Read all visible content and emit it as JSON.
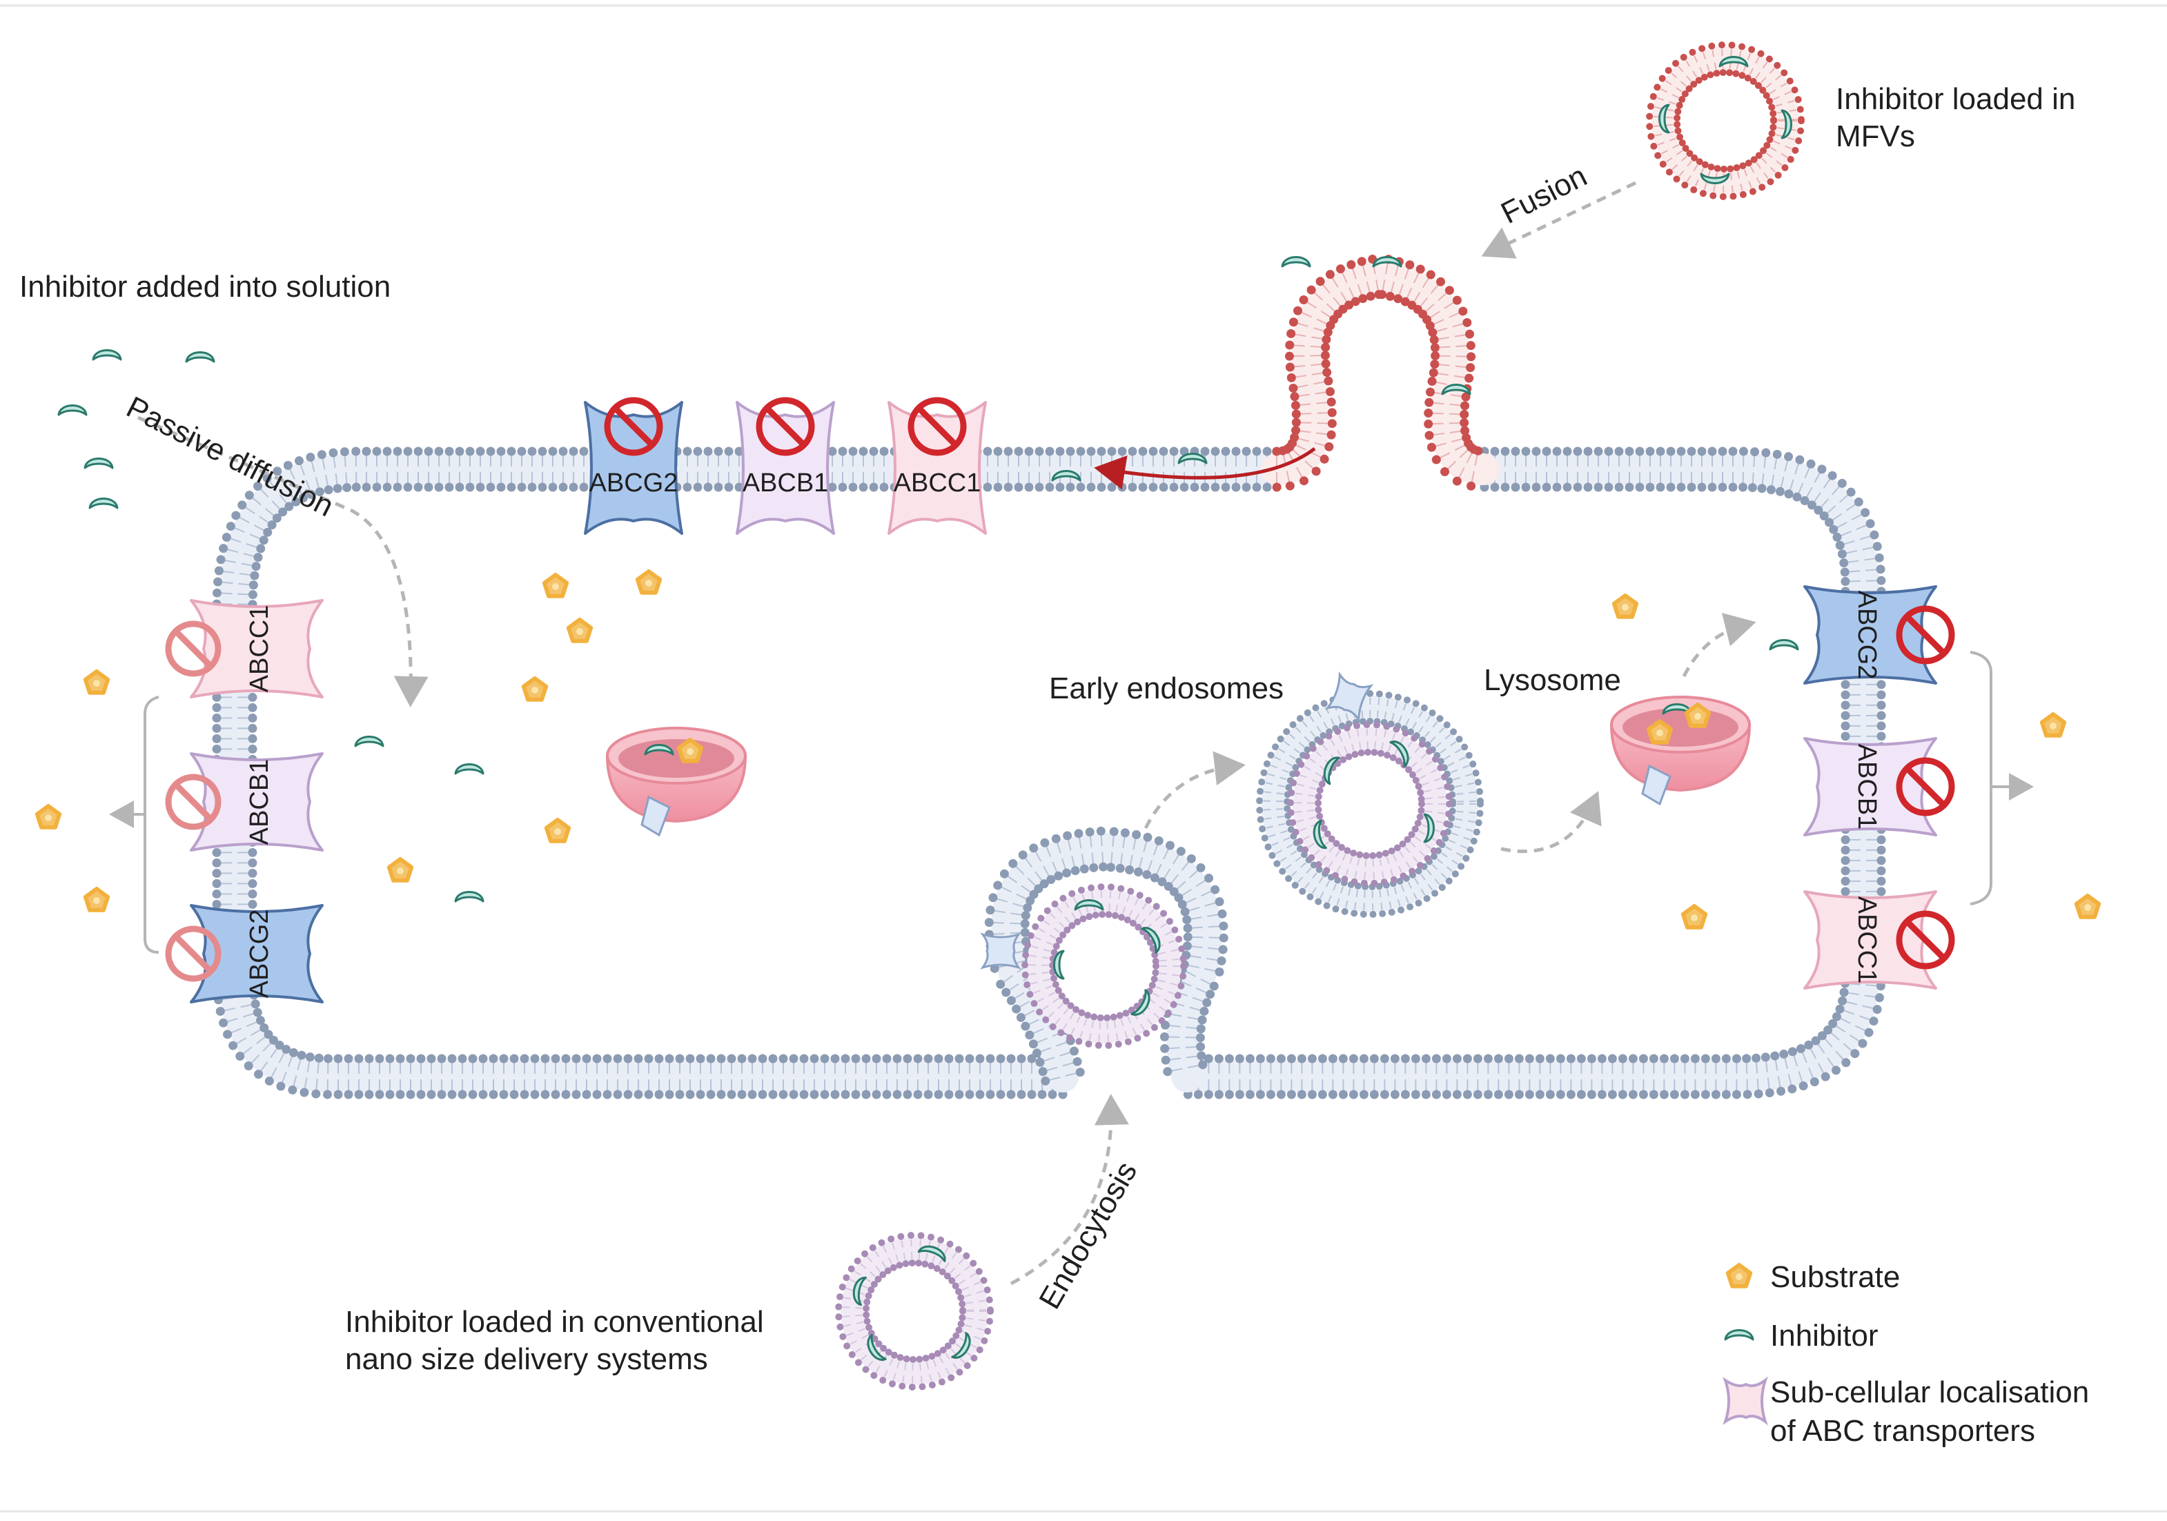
{
  "labels": {
    "inhibitor_solution": "Inhibitor added into solution",
    "passive_diffusion": "Passive diffusion",
    "mfv_line1": "Inhibitor loaded in",
    "mfv_line2": "MFVs",
    "fusion": "Fusion",
    "early_endosomes": "Early endosomes",
    "lysosome": "Lysosome",
    "endocytosis": "Endocytosis",
    "conventional_line1": "Inhibitor loaded in conventional",
    "conventional_line2": "nano size delivery systems"
  },
  "transporters": {
    "top": [
      "ABCG2",
      "ABCB1",
      "ABCC1"
    ],
    "left": [
      "ABCC1",
      "ABCB1",
      "ABCG2"
    ],
    "right": [
      "ABCG2",
      "ABCB1",
      "ABCC1"
    ]
  },
  "legend": {
    "substrate": "Substrate",
    "inhibitor": "Inhibitor",
    "localisation_line1": "Sub-cellular localisation",
    "localisation_line2": "of ABC transporters"
  },
  "colors": {
    "membrane": "#8b9bb3",
    "mfv_membrane": "#c9504e",
    "vesicle_inner": "#a78bb6",
    "abcg2_fill": "#a9c7ec",
    "abcb1_fill": "#f1e6f8",
    "abcc1_fill": "#fbe3ea",
    "inhibitor_fill": "#bfe8e0",
    "inhibitor_stroke": "#2a7a6c",
    "substrate_fill": "#f4c36a",
    "block_red": "#d1262b",
    "block_faded": "#e58a8c",
    "arrow_red": "#b81f22",
    "arrow_grey": "#b5b5b5"
  }
}
